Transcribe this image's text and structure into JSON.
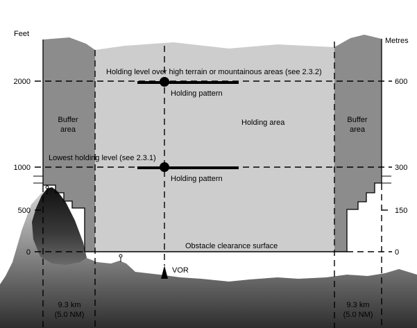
{
  "axes": {
    "left_unit": "Feet",
    "right_unit": "Metres",
    "left_ticks": [
      "2000",
      "1000",
      "500",
      "0"
    ],
    "right_ticks": [
      "600",
      "300",
      "150",
      "0"
    ]
  },
  "labels": {
    "high_level": "Holding level over high terrain or mountainous areas (see 2.3.2)",
    "lowest_level": "Lowest holding level (see 2.3.1)",
    "holding_pattern_upper": "Holding pattern",
    "holding_pattern_lower": "Holding pattern",
    "holding_area": "Holding area",
    "buffer_left_line1": "Buffer",
    "buffer_left_line2": "area",
    "buffer_right_line1": "Buffer",
    "buffer_right_line2": "area",
    "obstacle_surface": "Obstacle clearance surface",
    "vor": "VOR",
    "dist_left_km": "9.3 km",
    "dist_left_nm": "(5.0 NM)",
    "dist_right_km": "9.3 km",
    "dist_right_nm": "(5.0 NM)"
  },
  "colors": {
    "buffer_fill": "#8c8c8c",
    "holding_fill": "#cdcdcd",
    "terrain_light": "#b0b0b0",
    "terrain_dark": "#2a2a2a",
    "line": "#000000"
  }
}
